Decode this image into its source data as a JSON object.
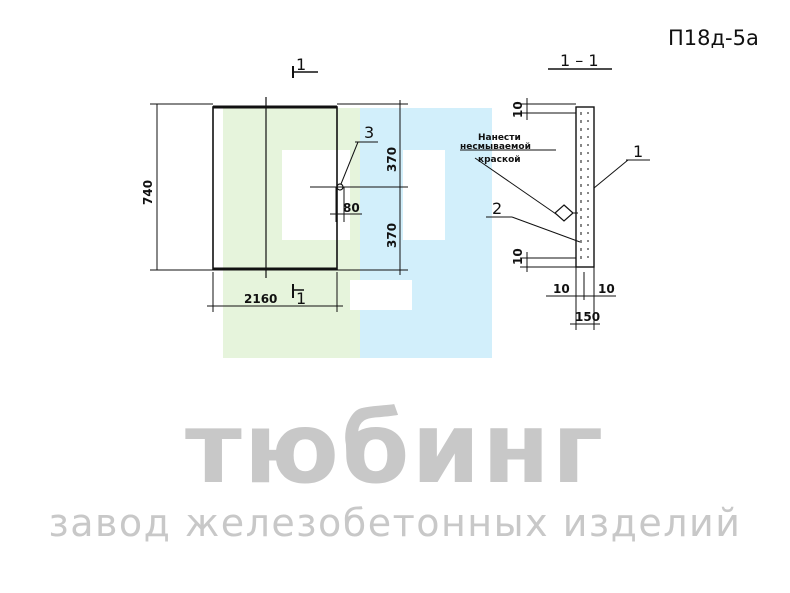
{
  "title": "П18д-5а",
  "section_mark": "1",
  "section_label": "1 – 1",
  "dimensions": {
    "height_total": "740",
    "width": "2160",
    "upper_half": "370",
    "lower_half": "370",
    "offset": "80",
    "edge_top": "10",
    "edge_bottom": "10",
    "bottom_left": "10",
    "bottom_right": "10",
    "thickness": "150"
  },
  "callouts": {
    "item_3": "3",
    "item_2": "2",
    "item_1": "1"
  },
  "note": {
    "line1": "Нанести",
    "line2": "несмываемой",
    "line3": "краской"
  },
  "brand": {
    "name": "тюбинг",
    "tagline": "завод железобетонных изделий"
  },
  "colors": {
    "logo_green": "#e6f4dc",
    "logo_blue": "#d2effb",
    "ink": "#111111",
    "brand_gray": "#c8c8c8"
  }
}
